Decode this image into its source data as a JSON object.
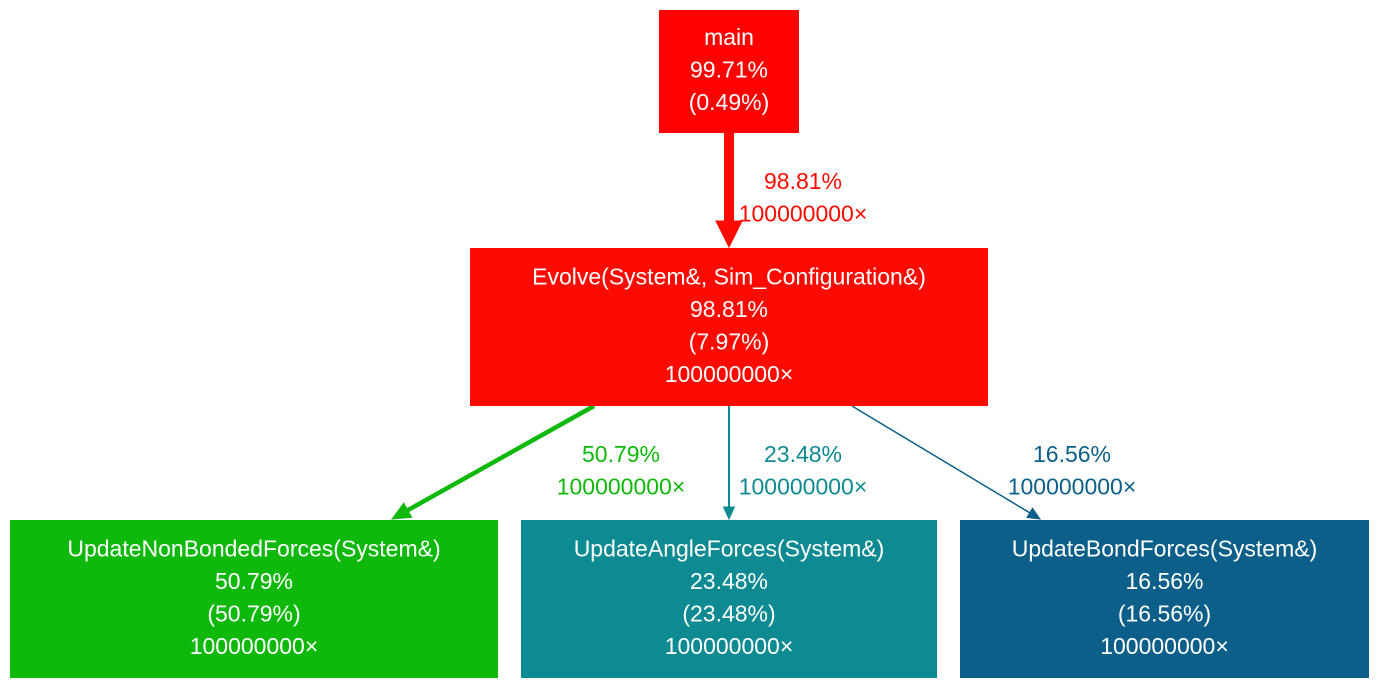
{
  "nodes": [
    {
      "id": "main",
      "name": "main",
      "total": "99.71%",
      "self": "(0.49%)",
      "calls": "",
      "color": "#ff0000"
    },
    {
      "id": "evolve",
      "name": "Evolve(System&, Sim_Configuration&)",
      "total": "98.81%",
      "self": "(7.97%)",
      "calls": "100000000×",
      "color": "#fd0b00"
    },
    {
      "id": "nonbonded",
      "name": "UpdateNonBondedForces(System&)",
      "total": "50.79%",
      "self": "(50.79%)",
      "calls": "100000000×",
      "color": "#0fb90c"
    },
    {
      "id": "angle",
      "name": "UpdateAngleForces(System&)",
      "total": "23.48%",
      "self": "(23.48%)",
      "calls": "100000000×",
      "color": "#0e8b92"
    },
    {
      "id": "bond",
      "name": "UpdateBondForces(System&)",
      "total": "16.56%",
      "self": "(16.56%)",
      "calls": "100000000×",
      "color": "#0c5f89"
    }
  ],
  "edges": [
    {
      "id": "main-evolve",
      "from": "main",
      "to": "evolve",
      "percent": "98.81%",
      "calls": "100000000×",
      "color": "#fd0b00"
    },
    {
      "id": "evolve-nonbonded",
      "from": "evolve",
      "to": "nonbonded",
      "percent": "50.79%",
      "calls": "100000000×",
      "color": "#0fb90c"
    },
    {
      "id": "evolve-angle",
      "from": "evolve",
      "to": "angle",
      "percent": "23.48%",
      "calls": "100000000×",
      "color": "#0e8b92"
    },
    {
      "id": "evolve-bond",
      "from": "evolve",
      "to": "bond",
      "percent": "16.56%",
      "calls": "100000000×",
      "color": "#0c5f89"
    }
  ]
}
